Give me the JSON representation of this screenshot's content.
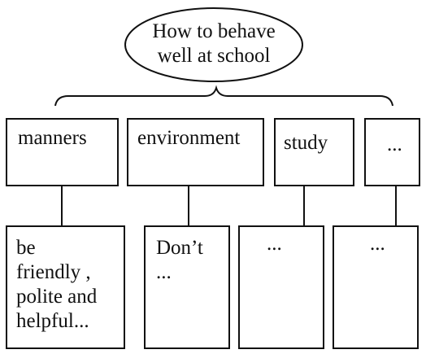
{
  "title": "How to behave\nwell at school",
  "categories": [
    {
      "label": "manners",
      "detail": "be\nfriendly ,\npolite and\nhelpful..."
    },
    {
      "label": "environment",
      "detail": "Don’t\n..."
    },
    {
      "label": "study",
      "detail": "..."
    },
    {
      "label": "...",
      "detail": "..."
    }
  ]
}
